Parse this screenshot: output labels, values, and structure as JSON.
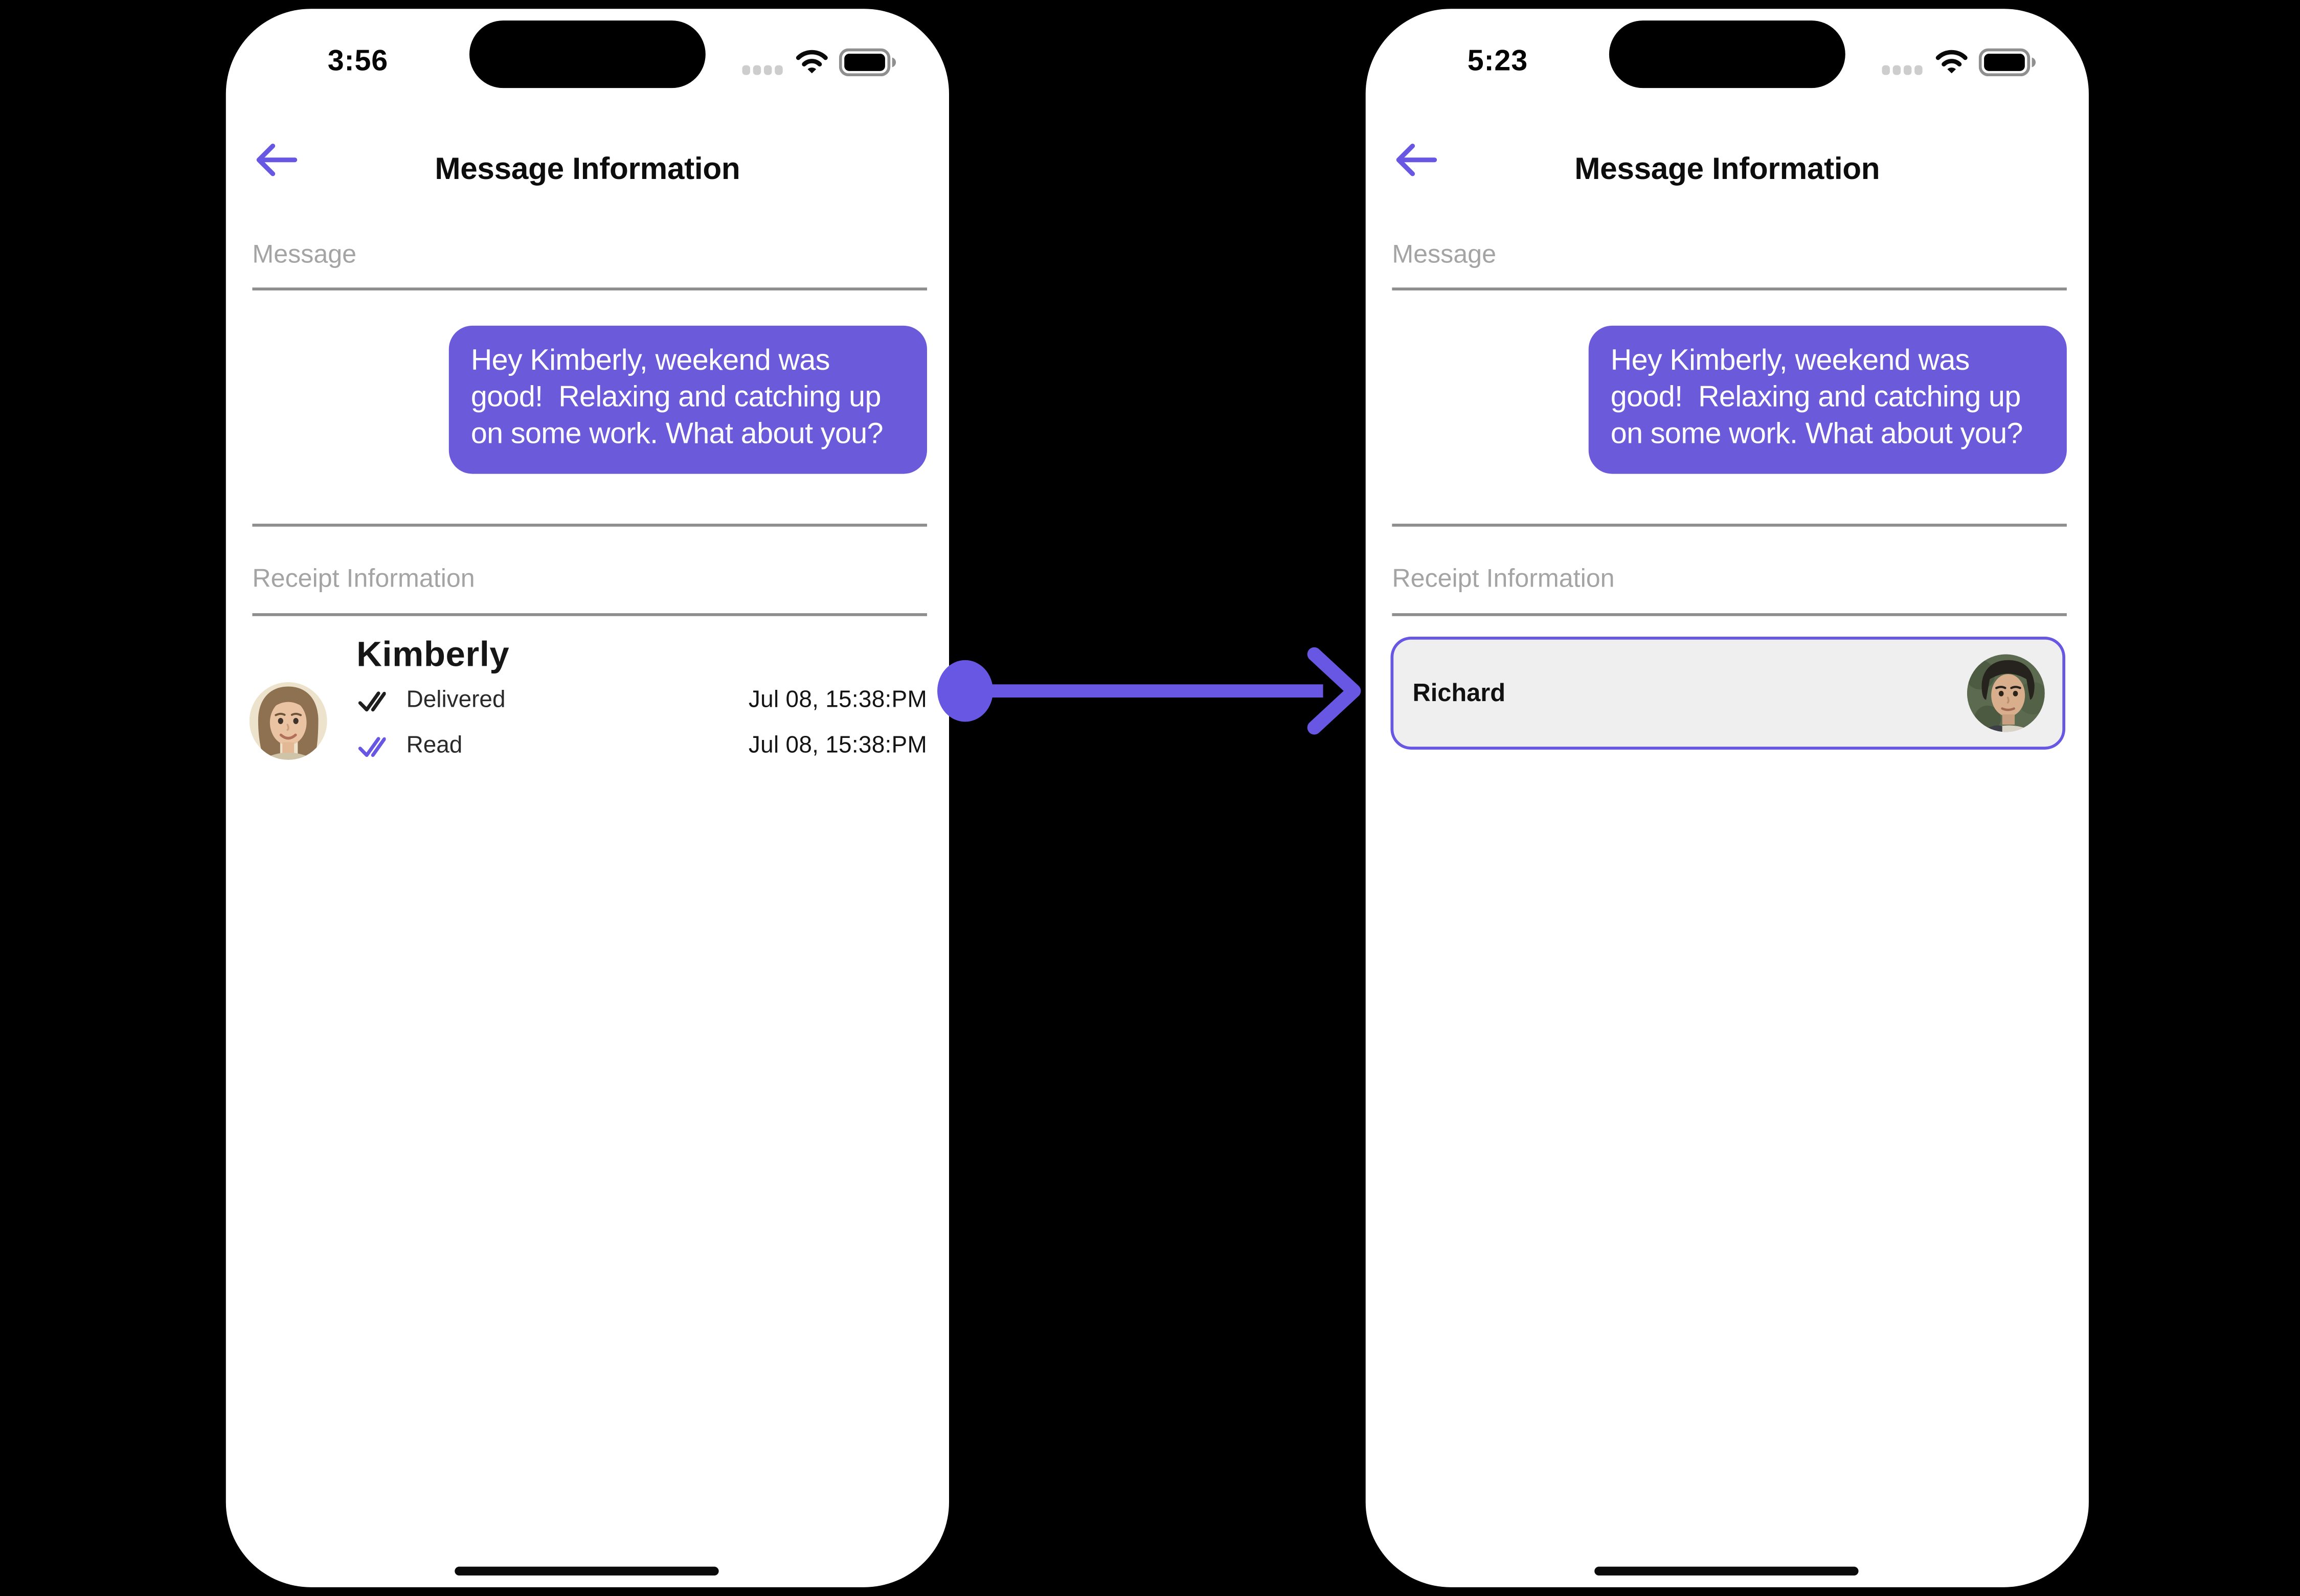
{
  "colors": {
    "accent_purple": "#6757E3",
    "bubble_purple": "#6B5BDB",
    "phone_background": "#FFFFFF",
    "page_background": "#000000",
    "section_label_gray": "#A4A4A4",
    "divider_gray": "#8E8E8E",
    "card_background": "#EFEFEF",
    "delivered_check_black": "#1E1E1E"
  },
  "icons": {
    "back": "left-arrow",
    "cellular": "signal-dots-4",
    "wifi": "wifi-arcs",
    "battery": "battery-full",
    "delivered": "double-check",
    "read": "double-check",
    "flow_arrow": "arrow-right"
  },
  "left_phone": {
    "status_bar": {
      "time": "3:56"
    },
    "header": {
      "title": "Message Information"
    },
    "message_section": {
      "label": "Message",
      "bubble_text": "Hey Kimberly, weekend was good!  Relaxing and catching up on some work. What about you?"
    },
    "receipt_section": {
      "label": "Receipt Information",
      "recipient_name": "Kimberly",
      "rows": [
        {
          "status": "Delivered",
          "timestamp": "Jul 08, 15:38:PM"
        },
        {
          "status": "Read",
          "timestamp": "Jul 08, 15:38:PM"
        }
      ]
    }
  },
  "right_phone": {
    "status_bar": {
      "time": "5:23"
    },
    "header": {
      "title": "Message Information"
    },
    "message_section": {
      "label": "Message",
      "bubble_text": "Hey Kimberly, weekend was good!  Relaxing and catching up on some work. What about you?"
    },
    "receipt_section": {
      "label": "Receipt Information",
      "card": {
        "name": "Richard"
      }
    }
  }
}
